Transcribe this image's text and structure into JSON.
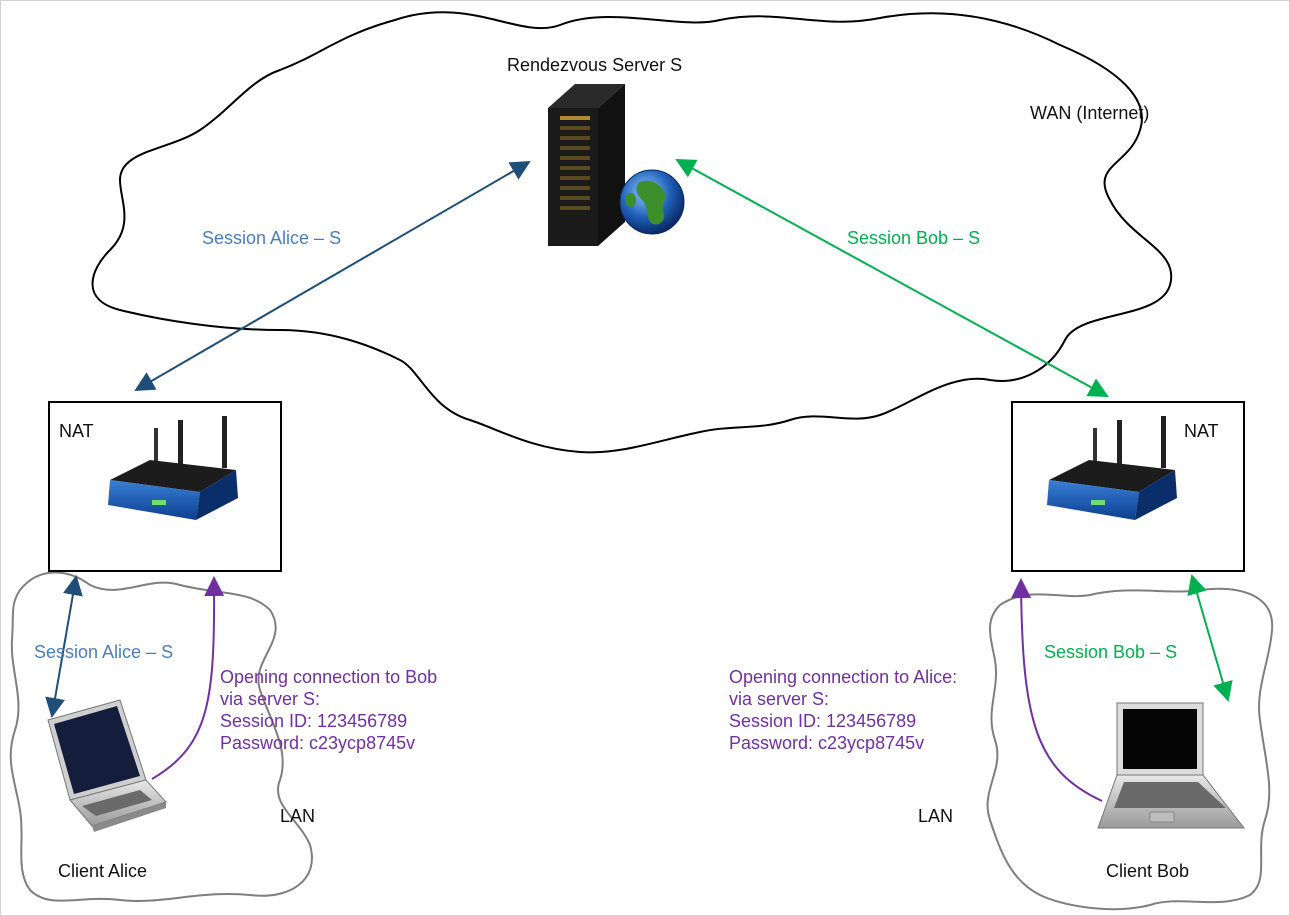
{
  "server": {
    "label": "Rendezvous Server S"
  },
  "wan": {
    "label": "WAN (Internet)"
  },
  "nat_left": {
    "label": "NAT"
  },
  "nat_right": {
    "label": "NAT"
  },
  "sessions": {
    "alice_wan": "Session Alice – S",
    "bob_wan": "Session Bob – S",
    "alice_lan": "Session Alice – S",
    "bob_lan": "Session Bob – S"
  },
  "alice_message": {
    "line1": "Opening connection to Bob",
    "line2": "via server S:",
    "line3": "Session ID: 123456789",
    "line4": "Password: c23ycp8745v"
  },
  "bob_message": {
    "line1": "Opening connection to Alice:",
    "line2": "via server S:",
    "line3": "Session ID: 123456789",
    "line4": "Password: c23ycp8745v"
  },
  "lan_left": {
    "label": "LAN"
  },
  "lan_right": {
    "label": "LAN"
  },
  "clients": {
    "alice": "Client Alice",
    "bob": "Client Bob"
  },
  "colors": {
    "alice_session": "#1F4E79",
    "alice_text": "#4A7EBB",
    "bob_session": "#00B050",
    "message": "#7030A0",
    "outline": "#000000",
    "lan_outline": "#7F7F7F"
  }
}
